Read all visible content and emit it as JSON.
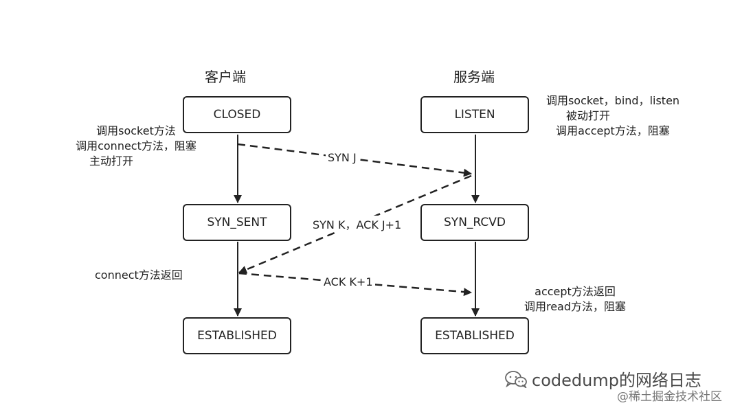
{
  "headers": {
    "client": "客户端",
    "server": "服务端"
  },
  "states": {
    "client_closed": "CLOSED",
    "client_syn_sent": "SYN_SENT",
    "client_established": "ESTABLISHED",
    "server_listen": "LISTEN",
    "server_syn_rcvd": "SYN_RCVD",
    "server_established": "ESTABLISHED"
  },
  "notes": {
    "client_call_1": "调用socket方法",
    "client_call_2": "调用connect方法，阻塞",
    "client_call_3": "主动打开",
    "server_call_1": "调用socket，bind，listen",
    "server_call_2": "被动打开",
    "server_call_3": "调用accept方法，阻塞",
    "client_return": "connect方法返回",
    "server_return_1": "accept方法返回",
    "server_return_2": "调用read方法，阻塞"
  },
  "messages": {
    "syn": "SYN J",
    "syn_ack": "SYN K，ACK J+1",
    "ack": "ACK K+1"
  },
  "watermark": {
    "main": "codedump的网络日志",
    "secondary": "@稀土掘金技术社区",
    "icon": "wechat-icon"
  }
}
